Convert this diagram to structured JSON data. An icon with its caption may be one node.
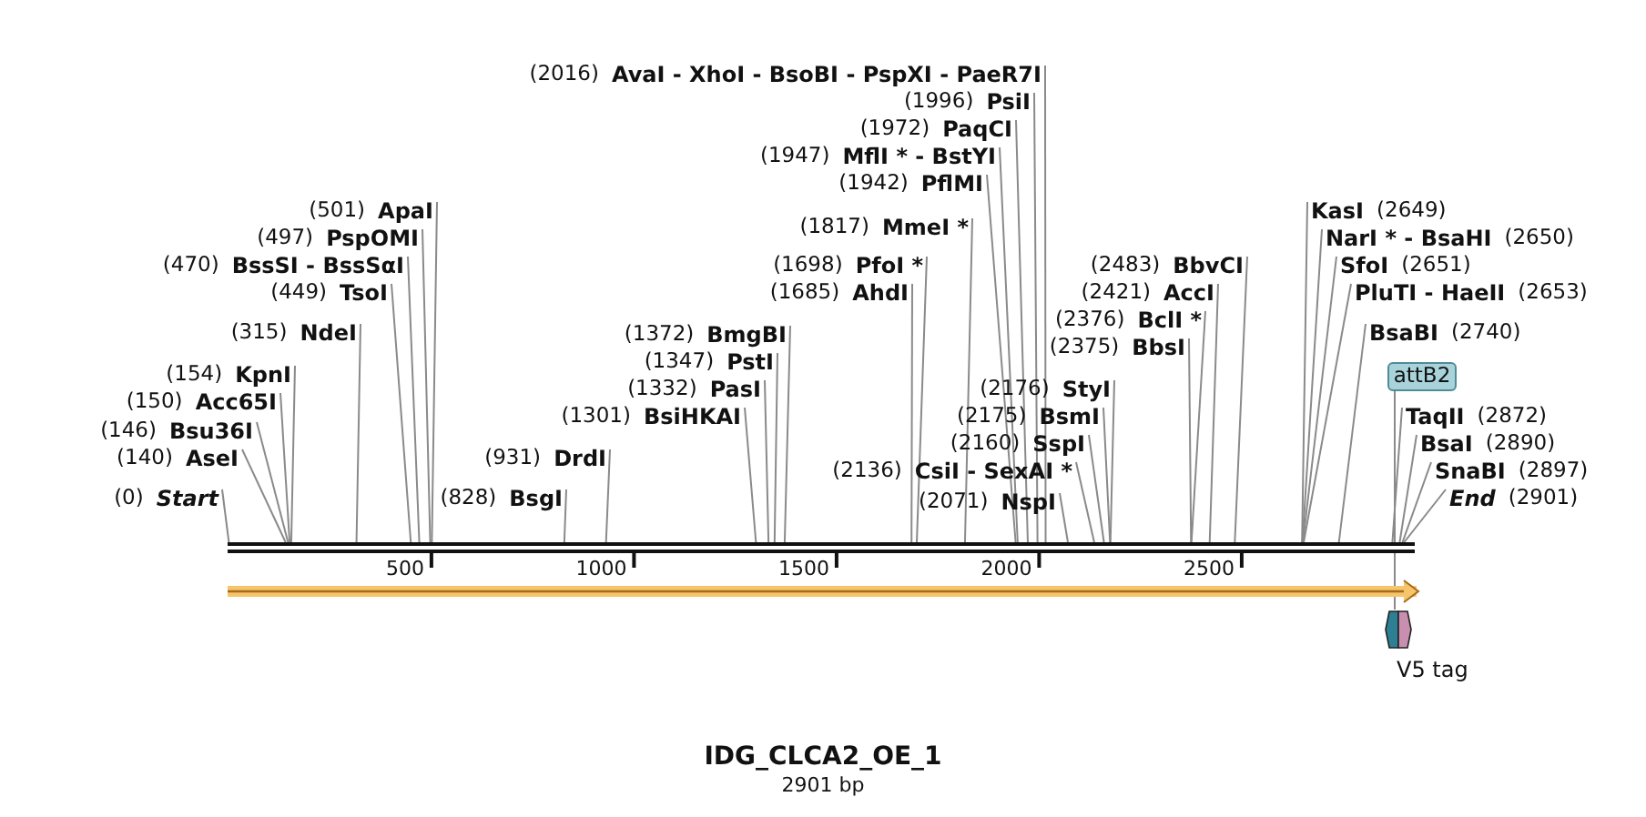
{
  "diagram": {
    "title": "IDG_CLCA2_OE_1",
    "caption": "2901 bp",
    "nodes": [
      {
        "text": [],
        "shape": "bar"
      },
      {
        "text": [
          "(0)",
          "Start"
        ]
      },
      {
        "text": [
          "(140)",
          "AseI"
        ]
      },
      {
        "text": [
          "(146)",
          "Bsu36I"
        ]
      },
      {
        "text": [
          "(150)",
          "Acc65I"
        ]
      },
      {
        "text": [
          "(154)",
          "KpnI"
        ]
      },
      {
        "text": [
          "(315)",
          "NdeI"
        ]
      },
      {
        "text": [
          "(449)",
          "TsoI"
        ]
      },
      {
        "text": [
          "(470)",
          "BssSI - BssSαI"
        ]
      },
      {
        "text": [
          "(497)",
          "PspOMI"
        ]
      },
      {
        "text": [
          "(501)",
          "ApaI"
        ]
      },
      {
        "text": [
          "(828)",
          "BsgI"
        ]
      },
      {
        "text": [
          "(931)",
          "DrdI"
        ]
      },
      {
        "text": [
          "(1301)",
          "BsiHKAI"
        ]
      },
      {
        "text": [
          "(1332)",
          "PasI"
        ]
      },
      {
        "text": [
          "(1347)",
          "PstI"
        ]
      },
      {
        "text": [
          "(1372)",
          "BmgBI"
        ]
      },
      {
        "text": [
          "(1685)",
          "AhdI"
        ]
      },
      {
        "text": [
          "(1698)",
          "PfoI *"
        ]
      },
      {
        "text": [
          "(1817)",
          "MmeI *"
        ]
      },
      {
        "text": [
          "(1942)",
          "PflMI"
        ]
      },
      {
        "text": [
          "(1947)",
          "MflI * - BstYI"
        ]
      },
      {
        "text": [
          "(1972)",
          "PaqCI"
        ]
      },
      {
        "text": [
          "(1996)",
          "PsiI"
        ]
      },
      {
        "text": [
          "(2016)",
          "AvaI - XhoI - BsoBI - PspXI - PaeR7I"
        ]
      },
      {
        "text": [
          "(2071)",
          "NspI"
        ]
      },
      {
        "text": [
          "(2136)",
          "CsiI - SexAI *"
        ]
      },
      {
        "text": [
          "(2160)",
          "SspI"
        ]
      },
      {
        "text": [
          "(2175)",
          "BsmI"
        ]
      },
      {
        "text": [
          "(2176)",
          "StyI"
        ]
      },
      {
        "text": [
          "(2375)",
          "BbsI"
        ]
      },
      {
        "text": [
          "(2376)",
          "BclI *"
        ]
      },
      {
        "text": [
          "(2421)",
          "AccI"
        ]
      },
      {
        "text": [
          "(2483)",
          "BbvCI"
        ]
      },
      {
        "text": [
          "KasI",
          "(2649)"
        ]
      },
      {
        "text": [
          "NarI * - BsaHI",
          "(2650)"
        ]
      },
      {
        "text": [
          "SfoI",
          "(2651)"
        ]
      },
      {
        "text": [
          "PluTI - HaeII",
          "(2653)"
        ]
      },
      {
        "text": [
          "BsaBI",
          "(2740)"
        ]
      },
      {
        "text": [
          "TaqII",
          "(2872)"
        ]
      },
      {
        "text": [
          "BsaI",
          "(2890)"
        ]
      },
      {
        "text": [
          "SnaBI",
          "(2897)"
        ]
      },
      {
        "text": [
          "End",
          "(2901)"
        ]
      },
      {
        "text": [
          "attB2"
        ]
      },
      {
        "text": [],
        "shape": "box",
        "beside": [
          "V5 tag"
        ]
      }
    ],
    "edges": [
      {
        "from": 1,
        "to": 0,
        "arrow": "none"
      },
      {
        "from": 2,
        "to": 0,
        "arrow": "none"
      },
      {
        "from": 3,
        "to": 0,
        "arrow": "none"
      },
      {
        "from": 4,
        "to": 0,
        "arrow": "none"
      },
      {
        "from": 5,
        "to": 0,
        "arrow": "none"
      },
      {
        "from": 6,
        "to": 0,
        "arrow": "none"
      },
      {
        "from": 7,
        "to": 0,
        "arrow": "none"
      },
      {
        "from": 8,
        "to": 0,
        "arrow": "none"
      },
      {
        "from": 9,
        "to": 0,
        "arrow": "none"
      },
      {
        "from": 10,
        "to": 0,
        "arrow": "none"
      },
      {
        "from": 11,
        "to": 0,
        "arrow": "none"
      },
      {
        "from": 12,
        "to": 0,
        "arrow": "none"
      },
      {
        "from": 13,
        "to": 0,
        "arrow": "none"
      },
      {
        "from": 14,
        "to": 0,
        "arrow": "none"
      },
      {
        "from": 15,
        "to": 0,
        "arrow": "none"
      },
      {
        "from": 16,
        "to": 0,
        "arrow": "none"
      },
      {
        "from": 17,
        "to": 0,
        "arrow": "none"
      },
      {
        "from": 18,
        "to": 0,
        "arrow": "none"
      },
      {
        "from": 19,
        "to": 0,
        "arrow": "none"
      },
      {
        "from": 20,
        "to": 0,
        "arrow": "none"
      },
      {
        "from": 21,
        "to": 0,
        "arrow": "none"
      },
      {
        "from": 22,
        "to": 0,
        "arrow": "none"
      },
      {
        "from": 23,
        "to": 0,
        "arrow": "none"
      },
      {
        "from": 24,
        "to": 0,
        "arrow": "none"
      },
      {
        "from": 25,
        "to": 0,
        "arrow": "none"
      },
      {
        "from": 26,
        "to": 0,
        "arrow": "none"
      },
      {
        "from": 27,
        "to": 0,
        "arrow": "none"
      },
      {
        "from": 28,
        "to": 0,
        "arrow": "none"
      },
      {
        "from": 29,
        "to": 0,
        "arrow": "none"
      },
      {
        "from": 30,
        "to": 0,
        "arrow": "none"
      },
      {
        "from": 31,
        "to": 0,
        "arrow": "none"
      },
      {
        "from": 32,
        "to": 0,
        "arrow": "none"
      },
      {
        "from": 33,
        "to": 0,
        "arrow": "none"
      },
      {
        "from": 34,
        "to": 0,
        "arrow": "none"
      },
      {
        "from": 35,
        "to": 0,
        "arrow": "none"
      },
      {
        "from": 36,
        "to": 0,
        "arrow": "none"
      },
      {
        "from": 37,
        "to": 0,
        "arrow": "none"
      },
      {
        "from": 38,
        "to": 0,
        "arrow": "none"
      },
      {
        "from": 39,
        "to": 0,
        "arrow": "none"
      },
      {
        "from": 40,
        "to": 0,
        "arrow": "none"
      },
      {
        "from": 41,
        "to": 0,
        "arrow": "none"
      },
      {
        "from": 42,
        "to": 0,
        "arrow": "none"
      },
      {
        "from": 43,
        "to": 44,
        "arrow": "none"
      }
    ],
    "labels": [
      "500",
      "1000",
      "1500",
      "2000",
      "2500"
    ]
  }
}
